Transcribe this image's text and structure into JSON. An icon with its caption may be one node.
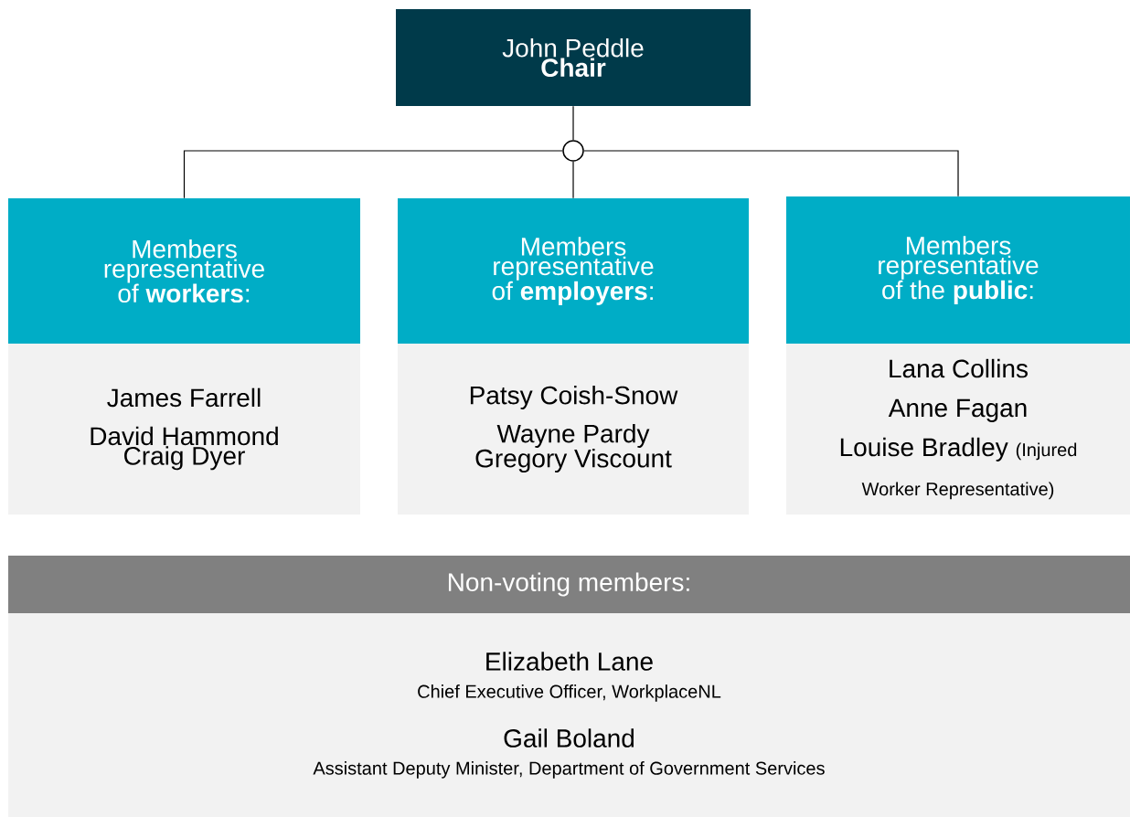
{
  "diagram": {
    "nodes": [
      {
        "text": [
          "John Peddle",
          "Chair"
        ]
      },
      {
        "text": [],
        "shape": "circle"
      },
      {
        "text": [
          "Members representative of **workers**:"
        ]
      },
      {
        "text": [
          "James Farrell",
          "David Hammond",
          "Craig Dyer"
        ]
      },
      {
        "text": [
          "Members representative of **employers**:"
        ]
      },
      {
        "text": [
          "Patsy Coish-Snow",
          "Wayne Pardy",
          "Gregory Viscount"
        ]
      },
      {
        "text": [
          "Members representative of the **public**:"
        ]
      },
      {
        "text": [
          "Lana Collins",
          "Anne Fagan",
          "Louise Bradley",
          "(Injured Worker Representative)"
        ]
      },
      {
        "text": [
          "Non-voting members:"
        ]
      },
      {
        "text": [
          "Elizabeth Lane",
          "Chief Executive Officer, WorkplaceNL",
          "Gail Boland",
          "Assistant Deputy Minister, Department of Government Services"
        ]
      }
    ],
    "edges": [
      {
        "from": 0,
        "to": 1,
        "arrow": "none"
      },
      {
        "from": 1,
        "to": 2,
        "arrow": "none"
      },
      {
        "from": 1,
        "to": 4,
        "arrow": "none"
      },
      {
        "from": 1,
        "to": 6,
        "arrow": "none"
      }
    ]
  }
}
